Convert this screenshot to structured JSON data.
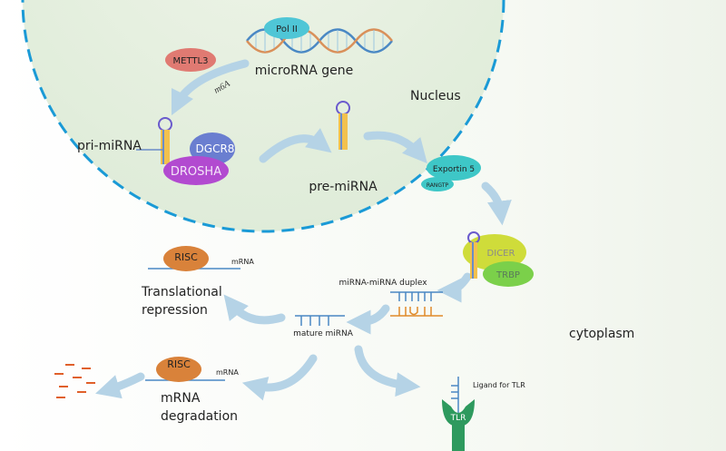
{
  "labels": {
    "pol2": "Pol II",
    "mettl3": "METTL3",
    "gene": "microRNA gene",
    "m6a": "m6A",
    "nucleus": "Nucleus",
    "pri": "pri-miRNA",
    "dgcr8": "DGCR8",
    "drosha": "DROSHA",
    "pre": "pre-miRNA",
    "exportin": "Exportin 5",
    "rangtp": "RANGTP",
    "dicer": "DICER",
    "trbp": "TRBP",
    "duplex": "miRNA-miRNA duplex",
    "mature": "mature miRNA",
    "risc1": "RISC",
    "mrna1": "mRNA",
    "transl1": "Translational",
    "transl2": "repression",
    "risc2": "RISC",
    "mrna2": "mRNA",
    "degr1": "mRNA",
    "degr2": "degradation",
    "ligand": "Ligand for TLR",
    "tlr": "TLR",
    "cytoplasm": "cytoplasm"
  },
  "colors": {
    "nucleus_border": "#1a9ad6",
    "nucleus_fill": "#e6f0e0",
    "arrow": "#b5d3e6",
    "pol2": "#4fc6d6",
    "mettl3": "#e07a72",
    "dgcr8": "#6a7ed0",
    "drosha": "#b24ad0",
    "exportin": "#3ec7c7",
    "dicer": "#cfdc3a",
    "trbp": "#7bd04a",
    "risc": "#d9823a",
    "tlr": "#2e9a5e"
  }
}
